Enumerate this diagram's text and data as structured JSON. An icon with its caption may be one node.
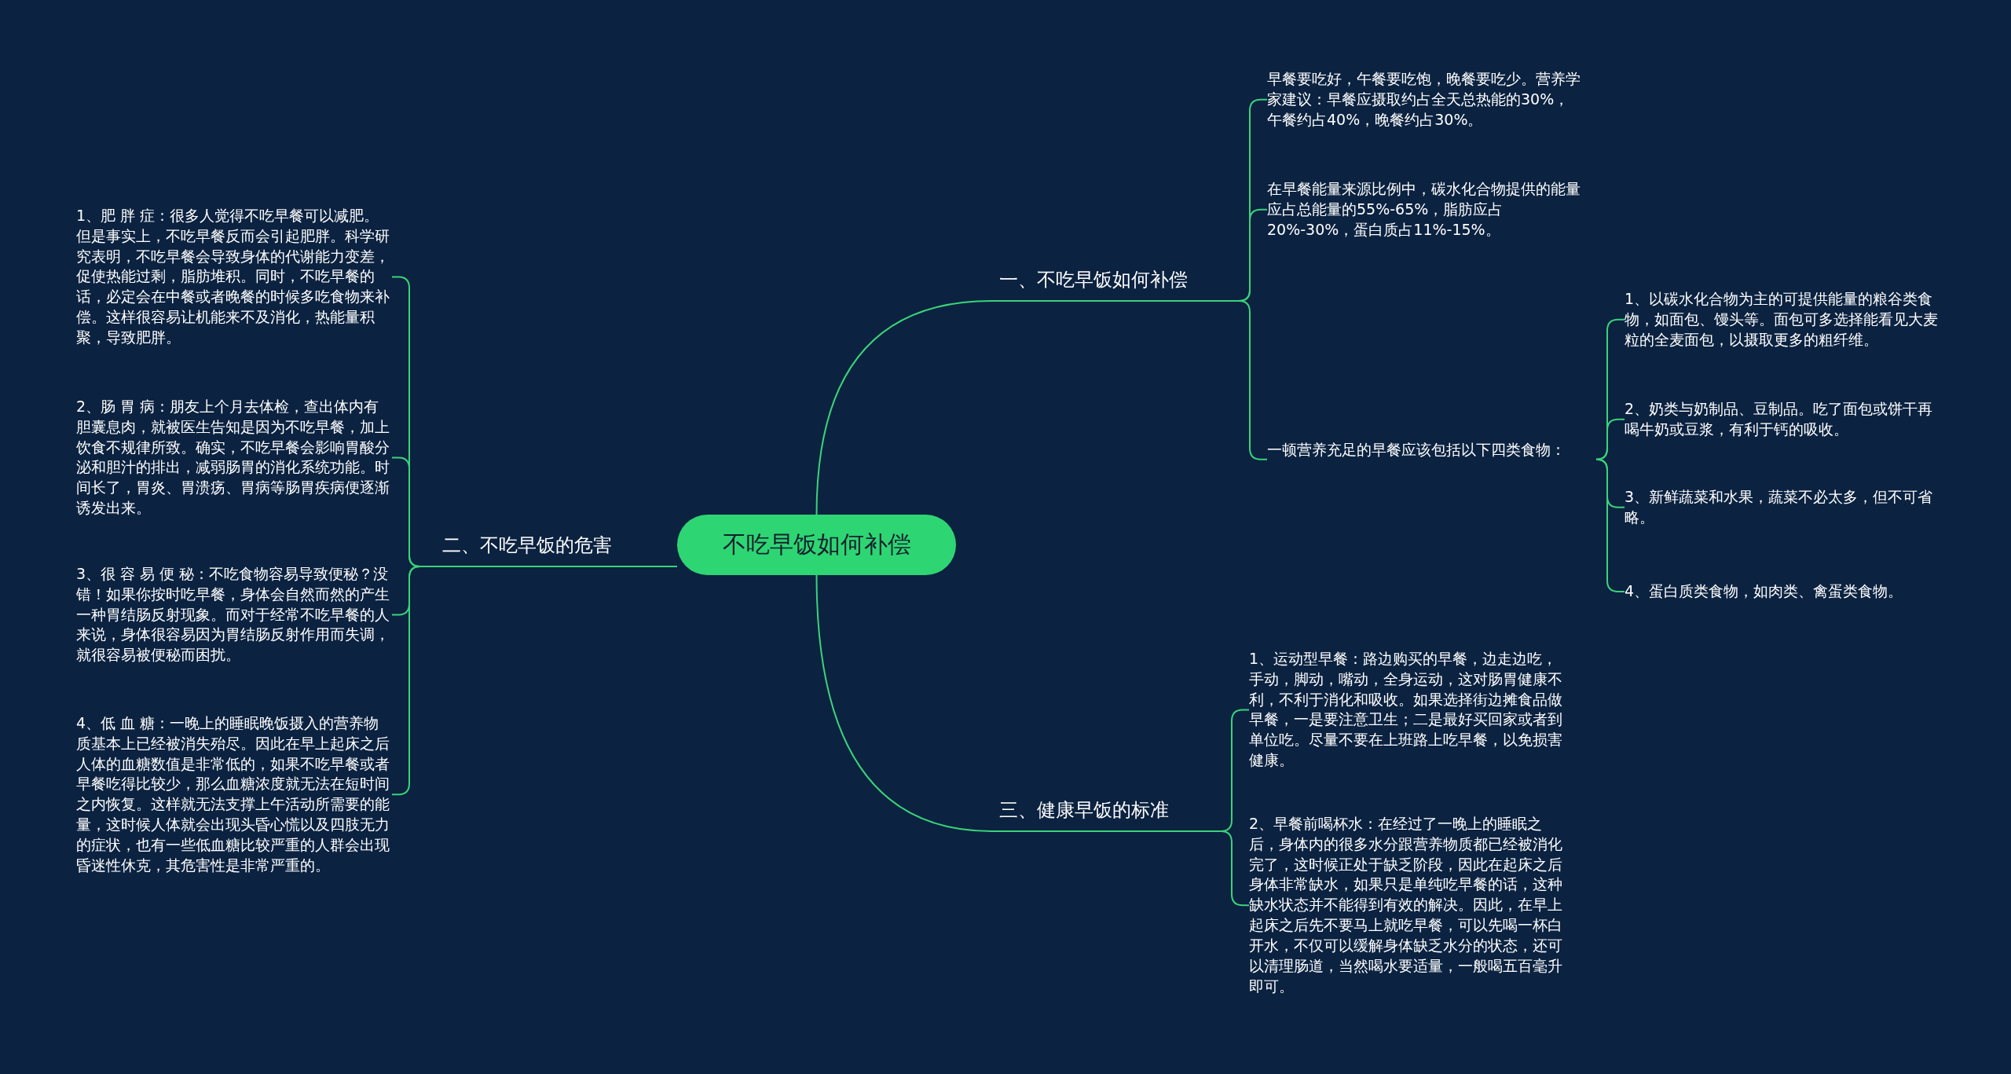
{
  "diagram": {
    "nodes": [
      {
        "text": [
          "不吃早饭如何补偿"
        ]
      },
      {
        "text": [
          "一、不吃早饭如何补偿"
        ]
      },
      {
        "text": [
          "早餐要吃好，午餐要吃饱，晚餐要吃少。营养学家建议：早餐应摄取约占全天总热能的30%，午餐约占40%，晚餐约占30%。"
        ]
      },
      {
        "text": [
          "在早餐能量来源比例中，碳水化合物提供的能量应占总能量的55%-65%，脂肪应占20%-30%，蛋白质占11%-15%。"
        ]
      },
      {
        "text": [
          "一顿营养充足的早餐应该包括以下四类食物："
        ]
      },
      {
        "text": [
          "1、以碳水化合物为主的可提供能量的粮谷类食物，如面包、馒头等。面包可多选择能看见大麦粒的全麦面包，以摄取更多的粗纤维。"
        ]
      },
      {
        "text": [
          "2、奶类与奶制品、豆制品。吃了面包或饼干再喝牛奶或豆浆，有利于钙的吸收。"
        ]
      },
      {
        "text": [
          "3、新鲜蔬菜和水果，蔬菜不必太多，但不可省略。"
        ]
      },
      {
        "text": [
          "4、蛋白质类食物，如肉类、禽蛋类食物。"
        ]
      },
      {
        "text": [
          "二、不吃早饭的危害"
        ]
      },
      {
        "text": [
          "1、肥 胖 症：很多人觉得不吃早餐可以减肥。但是事实上，不吃早餐反而会引起肥胖。科学研究表明，不吃早餐会导致身体的代谢能力变差，促使热能过剩，脂肪堆积。同时，不吃早餐的话，必定会在中餐或者晚餐的时候多吃食物来补偿。这样很容易让机能来不及消化，热能量积聚，导致肥胖。"
        ]
      },
      {
        "text": [
          "2、肠 胃 病：朋友上个月去体检，查出体内有胆囊息肉，就被医生告知是因为不吃早餐，加上饮食不规律所致。确实，不吃早餐会影响胃酸分泌和胆汁的排出，减弱肠胃的消化系统功能。时间长了，胃炎、胃溃疡、胃病等肠胃疾病便逐渐诱发出来。"
        ]
      },
      {
        "text": [
          "3、很 容 易 便 秘：不吃食物容易导致便秘？没错！如果你按时吃早餐，身体会自然而然的产生一种胃结肠反射现象。而对于经常不吃早餐的人来说，身体很容易因为胃结肠反射作用而失调，就很容易被便秘而困扰。"
        ]
      },
      {
        "text": [
          "4、低 血 糖：一晚上的睡眠晚饭摄入的营养物质基本上已经被消失殆尽。因此在早上起床之后人体的血糖数值是非常低的，如果不吃早餐或者早餐吃得比较少，那么血糖浓度就无法在短时间之内恢复。这样就无法支撑上午活动所需要的能量，这时候人体就会出现头昏心慌以及四肢无力的症状，也有一些低血糖比较严重的人群会出现昏迷性休克，其危害性是非常严重的。"
        ]
      },
      {
        "text": [
          "三、健康早饭的标准"
        ]
      },
      {
        "text": [
          "1、运动型早餐：路边购买的早餐，边走边吃，手动，脚动，嘴动，全身运动，这对肠胃健康不利，不利于消化和吸收。如果选择街边摊食品做早餐，一是要注意卫生；二是最好买回家或者到单位吃。尽量不要在上班路上吃早餐，以免损害健康。"
        ]
      },
      {
        "text": [
          "2、早餐前喝杯水：在经过了一晚上的睡眠之后，身体内的很多水分跟营养物质都已经被消化完了，这时候正处于缺乏阶段，因此在起床之后身体非常缺水，如果只是单纯吃早餐的话，这种缺水状态并不能得到有效的解决。因此，在早上起床之后先不要马上就吃早餐，可以先喝一杯白开水，不仅可以缓解身体缺乏水分的状态，还可以清理肠道，当然喝水要适量，一般喝五百毫升即可。"
        ]
      }
    ],
    "edges": [
      {
        "from": 0,
        "to": 1,
        "arrow": "none"
      },
      {
        "from": 1,
        "to": 2,
        "arrow": "none"
      },
      {
        "from": 1,
        "to": 3,
        "arrow": "none"
      },
      {
        "from": 1,
        "to": 4,
        "arrow": "none"
      },
      {
        "from": 4,
        "to": 5,
        "arrow": "none"
      },
      {
        "from": 4,
        "to": 6,
        "arrow": "none"
      },
      {
        "from": 4,
        "to": 7,
        "arrow": "none"
      },
      {
        "from": 4,
        "to": 8,
        "arrow": "none"
      },
      {
        "from": 0,
        "to": 9,
        "arrow": "none"
      },
      {
        "from": 9,
        "to": 10,
        "arrow": "none"
      },
      {
        "from": 9,
        "to": 11,
        "arrow": "none"
      },
      {
        "from": 9,
        "to": 12,
        "arrow": "none"
      },
      {
        "from": 9,
        "to": 13,
        "arrow": "none"
      },
      {
        "from": 0,
        "to": 14,
        "arrow": "none"
      },
      {
        "from": 14,
        "to": 15,
        "arrow": "none"
      },
      {
        "from": 14,
        "to": 16,
        "arrow": "none"
      }
    ]
  }
}
